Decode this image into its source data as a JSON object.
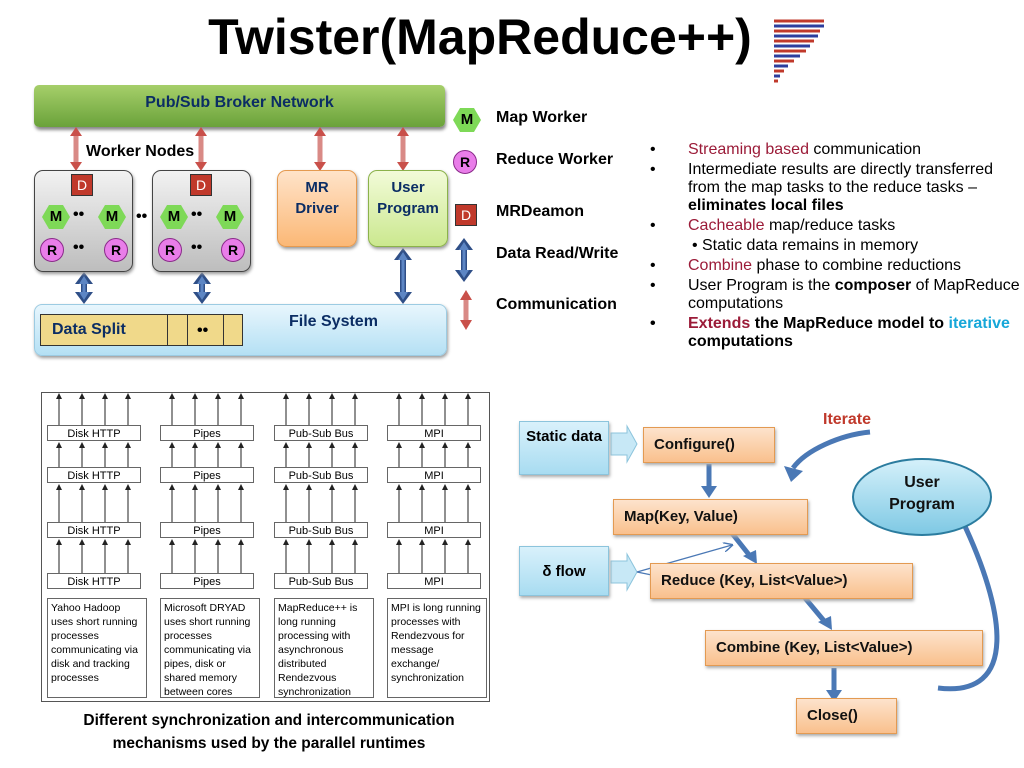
{
  "title": "Twister(MapReduce++)",
  "architecture": {
    "broker_label": "Pub/Sub Broker Network",
    "worker_nodes_label": "Worker Nodes",
    "daemon_letter": "D",
    "map_letter": "M",
    "reduce_letter": "R",
    "dots": "••",
    "mr_driver_label": "MR Driver",
    "user_program_label": "User Program",
    "file_system_label": "File System",
    "data_split_label": "Data Split"
  },
  "legend": {
    "map_worker": "Map Worker",
    "reduce_worker": "Reduce Worker",
    "mrdeamon": "MRDeamon",
    "data_rw": "Data Read/Write",
    "communication": "Communication"
  },
  "bullets": {
    "b1_red": "Streaming based",
    "b1_rest": " communication",
    "b2_text": "Intermediate results are directly transferred from the map tasks to the reduce tasks – ",
    "b2_bold": "eliminates local files",
    "b3_red": "Cacheable",
    "b3_rest": " map/reduce tasks",
    "b3_sub": "Static data remains in memory",
    "b4_red": "Combine",
    "b4_rest": " phase to combine reductions",
    "b5_a": "User Program is the ",
    "b5_bold": "composer",
    "b5_b": " of MapReduce computations",
    "b6_red": "Extends",
    "b6_bold": " the MapReduce model to ",
    "b6_cyan": "iterative",
    "b6_end": " computations"
  },
  "runtimes": [
    {
      "box": "Disk HTTP",
      "desc": "Yahoo Hadoop uses short running processes communicating via disk and tracking processes"
    },
    {
      "box": "Pipes",
      "desc": "Microsoft DRYAD uses short running processes communicating via pipes, disk or shared memory between cores"
    },
    {
      "box": "Pub-Sub Bus",
      "desc": "MapReduce++ is long running processing with asynchronous distributed Rendezvous synchronization"
    },
    {
      "box": "MPI",
      "desc": "MPI is long running processes with Rendezvous for message exchange/ synchronization"
    }
  ],
  "caption": "Different synchronization and intercommunication mechanisms used by the parallel runtimes",
  "flow": {
    "static_data": "Static data",
    "delta_flow": "δ flow",
    "configure": "Configure()",
    "map": "Map(Key, Value)",
    "reduce": "Reduce (Key, List<Value>)",
    "combine": "Combine (Key, List<Value>)",
    "close": "Close()",
    "iterate": "Iterate",
    "user_program": "User Program"
  },
  "colors": {
    "red_text": "#9b1b38",
    "cyan_text": "#16a7d9",
    "iterate_red": "#c0392b",
    "flow_arrow": "#4a78b5"
  }
}
